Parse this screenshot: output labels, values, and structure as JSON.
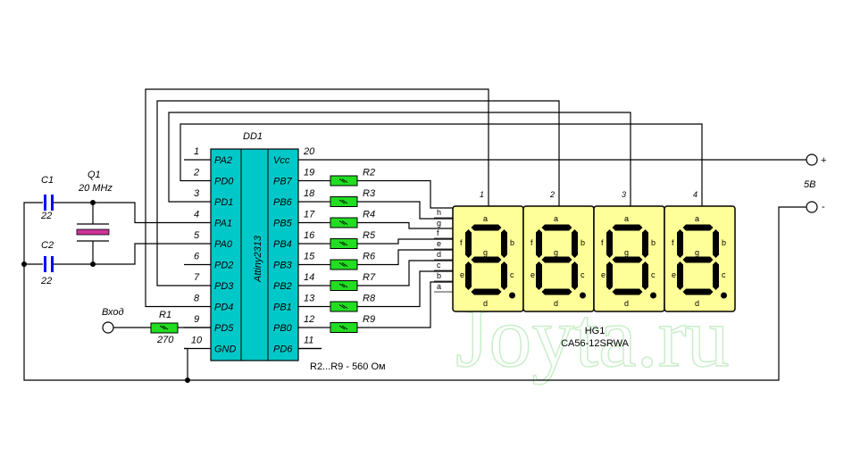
{
  "title": "Attiny2313 4-digit 7-segment display schematic",
  "watermark": "Joyta.ru",
  "colors": {
    "mcu_fill": "#00c8c8",
    "resistor_fill": "#22dd22",
    "capacitor": "#0000ff",
    "crystal": "#cc3399",
    "display_fill": "#ffff99",
    "watermark": "#c9efc9"
  },
  "mcu": {
    "ref": "DD1",
    "part": "Attiny2313",
    "left_pins": [
      {
        "num": "1",
        "name": "PA2"
      },
      {
        "num": "2",
        "name": "PD0"
      },
      {
        "num": "3",
        "name": "PD1"
      },
      {
        "num": "4",
        "name": "PA1"
      },
      {
        "num": "5",
        "name": "PA0"
      },
      {
        "num": "6",
        "name": "PD2"
      },
      {
        "num": "7",
        "name": "PD3"
      },
      {
        "num": "8",
        "name": "PD4"
      },
      {
        "num": "9",
        "name": "PD5"
      },
      {
        "num": "10",
        "name": "GND"
      }
    ],
    "right_pins": [
      {
        "num": "20",
        "name": "Vcc"
      },
      {
        "num": "19",
        "name": "PB7"
      },
      {
        "num": "18",
        "name": "PB6"
      },
      {
        "num": "17",
        "name": "PB5"
      },
      {
        "num": "16",
        "name": "PB4"
      },
      {
        "num": "15",
        "name": "PB3"
      },
      {
        "num": "14",
        "name": "PB2"
      },
      {
        "num": "13",
        "name": "PB1"
      },
      {
        "num": "12",
        "name": "PB0"
      },
      {
        "num": "11",
        "name": "PD6"
      }
    ]
  },
  "resistors": [
    {
      "ref": "R2"
    },
    {
      "ref": "R3"
    },
    {
      "ref": "R4"
    },
    {
      "ref": "R5"
    },
    {
      "ref": "R6"
    },
    {
      "ref": "R7"
    },
    {
      "ref": "R8"
    },
    {
      "ref": "R9"
    }
  ],
  "resistor_note": "R2...R9 - 560 Ом",
  "r1": {
    "ref": "R1",
    "value": "270"
  },
  "input_label": "Вход",
  "c1": {
    "ref": "C1",
    "value": "22"
  },
  "c2": {
    "ref": "C2",
    "value": "22"
  },
  "crystal": {
    "ref": "Q1",
    "value": "20 MHz"
  },
  "display": {
    "ref": "HG1",
    "part": "CA56-12SRWA",
    "segment_inputs": [
      "h",
      "g",
      "f",
      "e",
      "d",
      "c",
      "b",
      "a"
    ],
    "digit_pins": [
      "1",
      "2",
      "3",
      "4"
    ],
    "segment_labels": {
      "a": "a",
      "b": "b",
      "c": "c",
      "d": "d",
      "e": "e",
      "f": "f",
      "g": "g"
    }
  },
  "power": {
    "plus": "+",
    "minus": "-",
    "voltage": "5В"
  }
}
